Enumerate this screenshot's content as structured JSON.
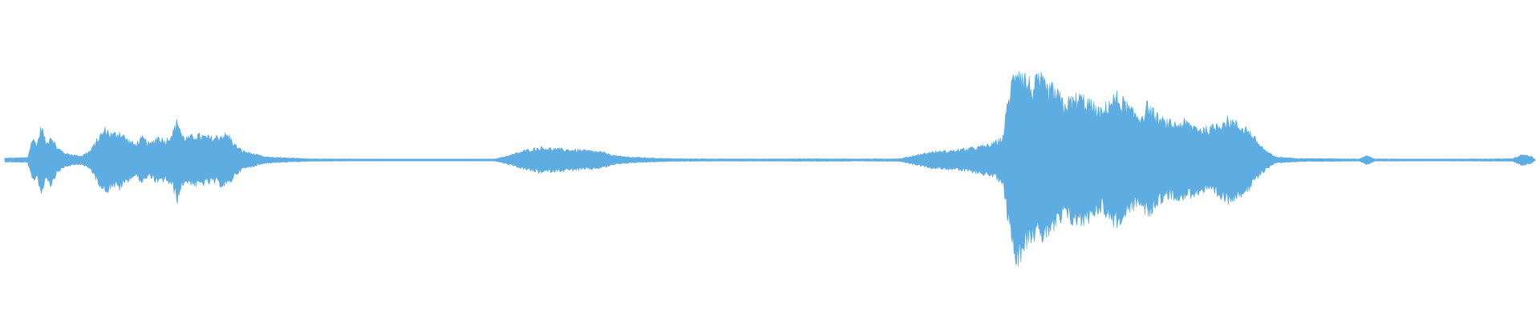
{
  "waveform": {
    "color": "#5DADE2",
    "envelope": [
      [
        0.0,
        0.012
      ],
      [
        0.015,
        0.016
      ],
      [
        0.018,
        0.14
      ],
      [
        0.021,
        0.1
      ],
      [
        0.024,
        0.22
      ],
      [
        0.027,
        0.1
      ],
      [
        0.03,
        0.16
      ],
      [
        0.034,
        0.08
      ],
      [
        0.04,
        0.04
      ],
      [
        0.05,
        0.025
      ],
      [
        0.056,
        0.06
      ],
      [
        0.061,
        0.14
      ],
      [
        0.066,
        0.2
      ],
      [
        0.07,
        0.16
      ],
      [
        0.075,
        0.18
      ],
      [
        0.08,
        0.13
      ],
      [
        0.085,
        0.1
      ],
      [
        0.09,
        0.14
      ],
      [
        0.095,
        0.1
      ],
      [
        0.1,
        0.15
      ],
      [
        0.105,
        0.12
      ],
      [
        0.11,
        0.18
      ],
      [
        0.113,
        0.26
      ],
      [
        0.116,
        0.15
      ],
      [
        0.12,
        0.14
      ],
      [
        0.125,
        0.16
      ],
      [
        0.13,
        0.15
      ],
      [
        0.136,
        0.14
      ],
      [
        0.142,
        0.16
      ],
      [
        0.146,
        0.16
      ],
      [
        0.15,
        0.1
      ],
      [
        0.155,
        0.06
      ],
      [
        0.162,
        0.04
      ],
      [
        0.17,
        0.02
      ],
      [
        0.185,
        0.013
      ],
      [
        0.2,
        0.008
      ],
      [
        0.23,
        0.006
      ],
      [
        0.26,
        0.005
      ],
      [
        0.3,
        0.004
      ],
      [
        0.32,
        0.006
      ],
      [
        0.33,
        0.03
      ],
      [
        0.34,
        0.06
      ],
      [
        0.35,
        0.08
      ],
      [
        0.36,
        0.07
      ],
      [
        0.37,
        0.065
      ],
      [
        0.38,
        0.06
      ],
      [
        0.39,
        0.05
      ],
      [
        0.4,
        0.025
      ],
      [
        0.41,
        0.018
      ],
      [
        0.425,
        0.012
      ],
      [
        0.44,
        0.008
      ],
      [
        0.47,
        0.007
      ],
      [
        0.5,
        0.007
      ],
      [
        0.53,
        0.008
      ],
      [
        0.56,
        0.007
      ],
      [
        0.585,
        0.008
      ],
      [
        0.595,
        0.03
      ],
      [
        0.605,
        0.05
      ],
      [
        0.62,
        0.06
      ],
      [
        0.635,
        0.08
      ],
      [
        0.645,
        0.1
      ],
      [
        0.652,
        0.14
      ],
      [
        0.656,
        0.4
      ],
      [
        0.661,
        0.62
      ],
      [
        0.663,
        0.6
      ],
      [
        0.667,
        0.52
      ],
      [
        0.672,
        0.46
      ],
      [
        0.676,
        0.52
      ],
      [
        0.68,
        0.46
      ],
      [
        0.686,
        0.44
      ],
      [
        0.692,
        0.36
      ],
      [
        0.697,
        0.38
      ],
      [
        0.702,
        0.4
      ],
      [
        0.707,
        0.38
      ],
      [
        0.711,
        0.34
      ],
      [
        0.717,
        0.3
      ],
      [
        0.722,
        0.38
      ],
      [
        0.727,
        0.4
      ],
      [
        0.732,
        0.36
      ],
      [
        0.737,
        0.3
      ],
      [
        0.742,
        0.28
      ],
      [
        0.747,
        0.35
      ],
      [
        0.752,
        0.28
      ],
      [
        0.758,
        0.24
      ],
      [
        0.764,
        0.23
      ],
      [
        0.77,
        0.24
      ],
      [
        0.776,
        0.22
      ],
      [
        0.782,
        0.2
      ],
      [
        0.788,
        0.2
      ],
      [
        0.794,
        0.24
      ],
      [
        0.8,
        0.26
      ],
      [
        0.806,
        0.22
      ],
      [
        0.812,
        0.2
      ],
      [
        0.818,
        0.12
      ],
      [
        0.824,
        0.06
      ],
      [
        0.83,
        0.02
      ],
      [
        0.845,
        0.01
      ],
      [
        0.87,
        0.008
      ],
      [
        0.885,
        0.007
      ],
      [
        0.89,
        0.03
      ],
      [
        0.895,
        0.007
      ],
      [
        0.92,
        0.006
      ],
      [
        0.95,
        0.006
      ],
      [
        0.985,
        0.008
      ],
      [
        0.992,
        0.035
      ],
      [
        0.998,
        0.02
      ],
      [
        1.0,
        0.0
      ]
    ]
  }
}
